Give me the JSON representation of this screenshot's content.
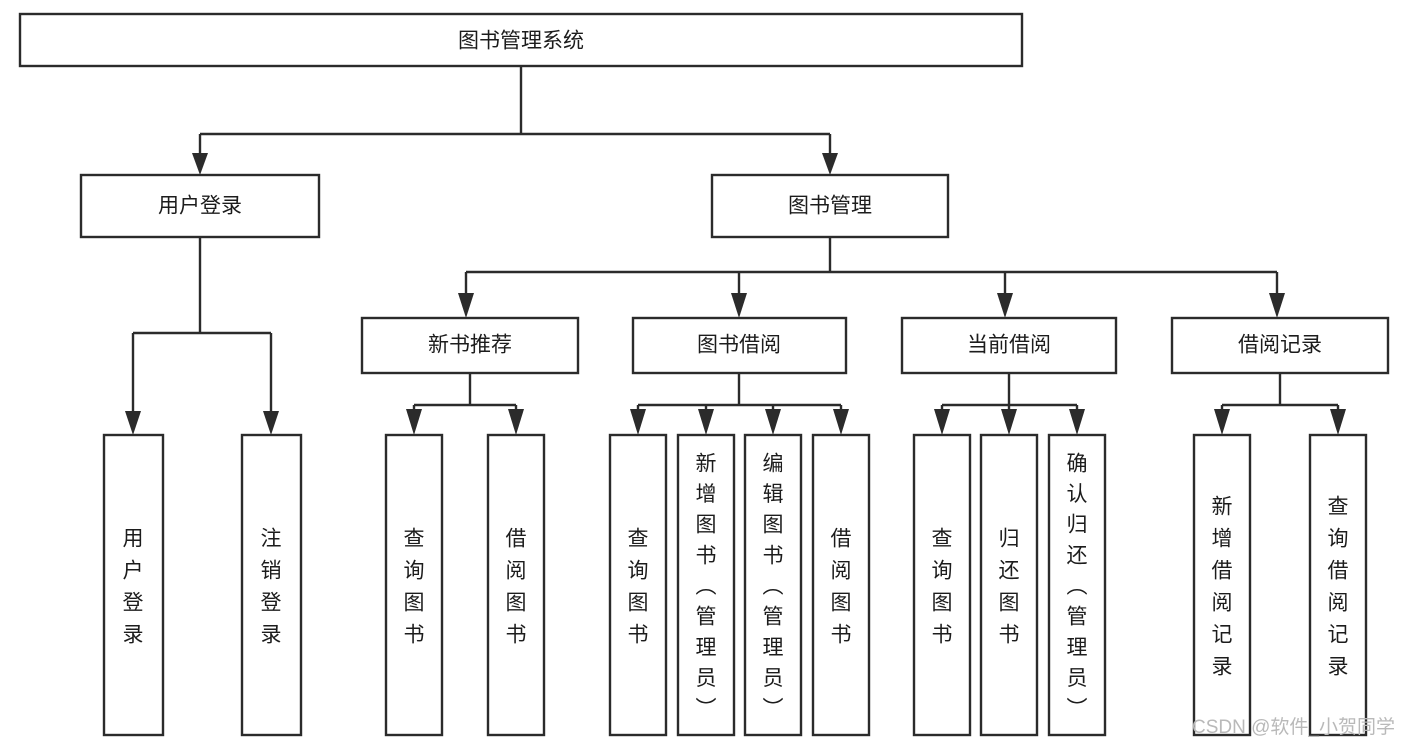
{
  "diagram": {
    "title": "图书管理系统",
    "type": "tree-hierarchy-chart",
    "root": {
      "id": "root",
      "label": "图书管理系统",
      "orientation": "horizontal"
    },
    "level1": [
      {
        "id": "user-login",
        "label": "用户登录",
        "orientation": "horizontal"
      },
      {
        "id": "book-manage",
        "label": "图书管理",
        "orientation": "horizontal"
      }
    ],
    "level2": [
      {
        "id": "new-book-recommend",
        "label": "新书推荐",
        "parent": "book-manage",
        "orientation": "horizontal"
      },
      {
        "id": "book-borrow",
        "label": "图书借阅",
        "parent": "book-manage",
        "orientation": "horizontal"
      },
      {
        "id": "current-borrow",
        "label": "当前借阅",
        "parent": "book-manage",
        "orientation": "horizontal"
      },
      {
        "id": "borrow-record",
        "label": "借阅记录",
        "parent": "book-manage",
        "orientation": "horizontal"
      }
    ],
    "leaves": [
      {
        "id": "leaf-user-login",
        "label": "用户登录",
        "parent": "user-login",
        "orientation": "vertical"
      },
      {
        "id": "leaf-user-logout",
        "label": "注销登录",
        "parent": "user-login",
        "orientation": "vertical"
      },
      {
        "id": "leaf-query-book-1",
        "label": "查询图书",
        "parent": "new-book-recommend",
        "orientation": "vertical"
      },
      {
        "id": "leaf-borrow-book-1",
        "label": "借阅图书",
        "parent": "new-book-recommend",
        "orientation": "vertical"
      },
      {
        "id": "leaf-query-book-2",
        "label": "查询图书",
        "parent": "book-borrow",
        "orientation": "vertical"
      },
      {
        "id": "leaf-add-book",
        "label": "新增图书（管理员）",
        "parent": "book-borrow",
        "orientation": "vertical"
      },
      {
        "id": "leaf-edit-book",
        "label": "编辑图书（管理员）",
        "parent": "book-borrow",
        "orientation": "vertical"
      },
      {
        "id": "leaf-borrow-book-2",
        "label": "借阅图书",
        "parent": "book-borrow",
        "orientation": "vertical"
      },
      {
        "id": "leaf-query-book-3",
        "label": "查询图书",
        "parent": "current-borrow",
        "orientation": "vertical"
      },
      {
        "id": "leaf-return-book",
        "label": "归还图书",
        "parent": "current-borrow",
        "orientation": "vertical"
      },
      {
        "id": "leaf-confirm-return",
        "label": "确认归还（管理员）",
        "parent": "current-borrow",
        "orientation": "vertical"
      },
      {
        "id": "leaf-add-record",
        "label": "新增借阅记录",
        "parent": "borrow-record",
        "orientation": "vertical"
      },
      {
        "id": "leaf-query-record",
        "label": "查询借阅记录",
        "parent": "borrow-record",
        "orientation": "vertical"
      }
    ],
    "colors": {
      "stroke": "#2b2b2b",
      "fill": "#ffffff",
      "text": "#1c1c1c",
      "watermark": "#b9b9b9",
      "background": "#ffffff"
    }
  },
  "watermark": {
    "text": "CSDN @软件_小贺同学"
  }
}
